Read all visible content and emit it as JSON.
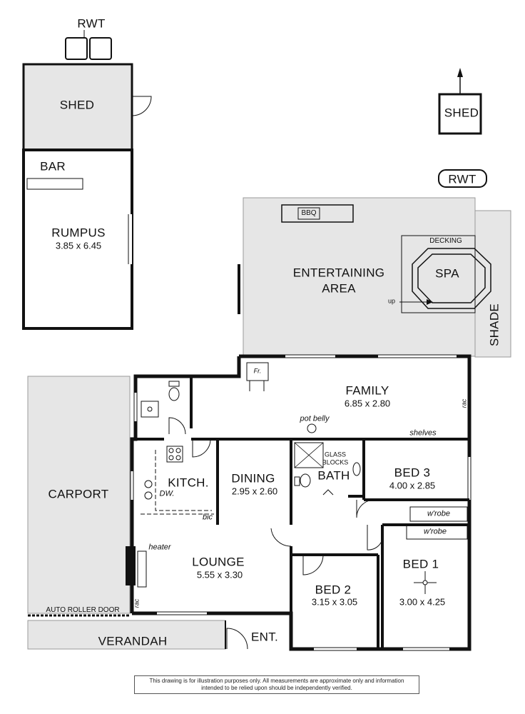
{
  "rooms": {
    "shed_top": "SHED",
    "rwt_top": "RWT",
    "bar": "BAR",
    "rumpus": {
      "name": "RUMPUS",
      "dims": "3.85 x 6.45"
    },
    "shed_right": "SHED",
    "rwt_right": "RWT",
    "bbq": "BBQ",
    "entertaining": {
      "line1": "ENTERTAINING",
      "line2": "AREA"
    },
    "decking": "DECKING",
    "spa": "SPA",
    "up": "up",
    "shade": "SHADE",
    "fridge": "Fr.",
    "family": {
      "name": "FAMILY",
      "dims": "6.85 x 2.80"
    },
    "pot_belly": "pot belly",
    "rac_right": "rac",
    "shelves": "shelves",
    "glass_blocks": {
      "line1": "GLASS",
      "line2": "BLOCKS"
    },
    "bath": "BATH",
    "bed3": {
      "name": "BED 3",
      "dims": "4.00 x 2.85"
    },
    "wrobe1": "w'robe",
    "wrobe2": "w'robe",
    "kitchen": "KITCH.",
    "dw": "DW.",
    "bic": "bic",
    "dining": {
      "name": "DINING",
      "dims": "2.95 x 2.60"
    },
    "carport": "CARPORT",
    "heater": "heater",
    "lounge": {
      "name": "LOUNGE",
      "dims": "5.55 x 3.30"
    },
    "rac_left": "rac",
    "bed2": {
      "name": "BED 2",
      "dims": "3.15 x 3.05"
    },
    "bed1": {
      "name": "BED 1",
      "dims": "3.00 x 4.25"
    },
    "auto_roller": "AUTO ROLLER DOOR",
    "verandah": "VERANDAH",
    "entry": "ENT."
  },
  "disclaimer": {
    "line1": "This drawing is for illustration purposes only. All measurements are approximate only and information",
    "line2": "intended to be relied upon should be independently verified."
  }
}
